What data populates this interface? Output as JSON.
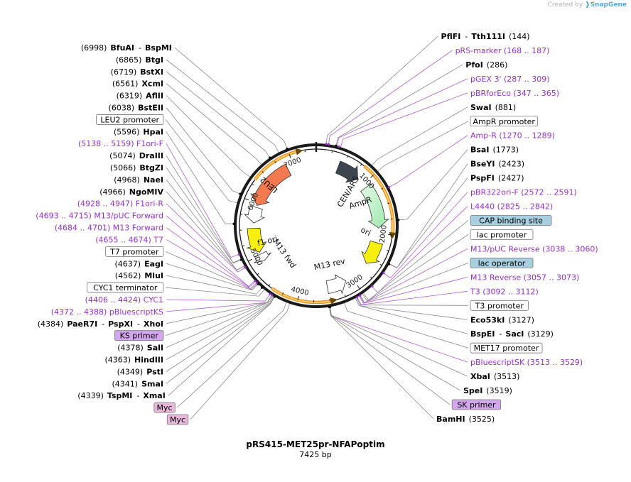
{
  "brand": {
    "created_by": "Created by",
    "logo_icon": "snapgene-logo-icon",
    "name": "SnapGene"
  },
  "plasmid": {
    "name": "pRS415-MET25pr-NFAPoptim",
    "length_label": "7425 bp",
    "total_bp": 7425
  },
  "colors": {
    "backbone": "#1a1a1a",
    "site_text": "#000000",
    "primer_text": "#9a2fd0",
    "primer_line": "#b25ad6",
    "feature_box_border": "#777777",
    "blue_box_fill": "#a8cfe0",
    "pink_box_fill": "#e8b8d8",
    "violet_box_fill": "#d3a7ee",
    "leu2": "#f27a4e",
    "ampr": "#bff2c8",
    "cen_ars": "#3d454f",
    "ori": "#f7ef10",
    "f1_ori": "#f7ef10",
    "orange_arc": "#f5a623"
  },
  "ticks": [
    "1000",
    "2000",
    "3000",
    "4000",
    "5000",
    "6000",
    "7000"
  ],
  "features": [
    {
      "label": "LEU2",
      "start": 5960,
      "end": 6880,
      "dir": -1,
      "kind": "leu2",
      "r": 88
    },
    {
      "label": "CEN/ARS",
      "start": 420,
      "end": 860,
      "dir": 1,
      "kind": "cen",
      "r": 88
    },
    {
      "label": "AmpR",
      "start": 1080,
      "end": 1900,
      "dir": 1,
      "kind": "ampr",
      "r": 88
    },
    {
      "label": "ori",
      "start": 2180,
      "end": 2620,
      "dir": 1,
      "kind": "ori",
      "r": 88
    },
    {
      "label": "f1 ori",
      "start": 5050,
      "end": 5520,
      "dir": -1,
      "kind": "f1",
      "r": 88
    },
    {
      "label": "",
      "start": 5620,
      "end": 5920,
      "dir": -1,
      "kind": "white",
      "r": 88
    },
    {
      "label": "",
      "start": 3130,
      "end": 3500,
      "dir": -1,
      "kind": "white",
      "r": 88
    },
    {
      "label": "",
      "start": 4870,
      "end": 5010,
      "dir": -1,
      "kind": "white",
      "r": 88
    }
  ],
  "arcs": [
    {
      "start": 6330,
      "end": 7180,
      "dir": 1,
      "r": 108
    },
    {
      "start": 800,
      "end": 2030,
      "dir": 1,
      "r": 108
    },
    {
      "start": 3420,
      "end": 4440,
      "dir": -1,
      "r": 108
    }
  ],
  "inner_labels": [
    {
      "text": "M13 fwd",
      "pos": 4720,
      "r": 60,
      "rot": 55
    },
    {
      "text": "M13 rev",
      "pos": 3320,
      "r": 58,
      "rot": -12
    }
  ],
  "marks": [
    {
      "pos": 144,
      "color": "purple"
    },
    {
      "pos": 180,
      "color": "purple"
    },
    {
      "pos": 286,
      "color": "black"
    },
    {
      "pos": 330,
      "color": "purple"
    },
    {
      "pos": 1280,
      "color": "purple"
    },
    {
      "pos": 1773,
      "color": "black"
    },
    {
      "pos": 2430,
      "color": "black"
    },
    {
      "pos": 2580,
      "color": "purple"
    },
    {
      "pos": 2830,
      "color": "purple"
    },
    {
      "pos": 3050,
      "color": "purple"
    },
    {
      "pos": 3100,
      "color": "purple"
    },
    {
      "pos": 3513,
      "color": "black"
    },
    {
      "pos": 3525,
      "color": "black"
    },
    {
      "pos": 4340,
      "color": "black"
    },
    {
      "pos": 4380,
      "color": "purple"
    },
    {
      "pos": 4415,
      "color": "purple"
    },
    {
      "pos": 4562,
      "color": "black"
    },
    {
      "pos": 4637,
      "color": "black"
    },
    {
      "pos": 4665,
      "color": "purple"
    },
    {
      "pos": 4700,
      "color": "purple"
    },
    {
      "pos": 4940,
      "color": "purple"
    },
    {
      "pos": 5066,
      "color": "black"
    },
    {
      "pos": 5148,
      "color": "purple"
    },
    {
      "pos": 5596,
      "color": "black"
    },
    {
      "pos": 6038,
      "color": "black"
    },
    {
      "pos": 6719,
      "color": "black"
    },
    {
      "pos": 6998,
      "color": "black"
    }
  ],
  "labels": [
    {
      "pos": 6998,
      "side": "L",
      "type": "site",
      "coord": "(6998)",
      "name": "BfuAI",
      "name2": "BspMI"
    },
    {
      "pos": 6865,
      "side": "L",
      "type": "site",
      "coord": "(6865)",
      "name": "BtgI"
    },
    {
      "pos": 6719,
      "side": "L",
      "type": "site",
      "coord": "(6719)",
      "name": "BstXI"
    },
    {
      "pos": 6561,
      "side": "L",
      "type": "site",
      "coord": "(6561)",
      "name": "XcmI"
    },
    {
      "pos": 6319,
      "side": "L",
      "type": "site",
      "coord": "(6319)",
      "name": "AflII"
    },
    {
      "pos": 6038,
      "side": "L",
      "type": "site",
      "coord": "(6038)",
      "name": "BstEII"
    },
    {
      "pos": 5900,
      "side": "L",
      "type": "box",
      "text": "LEU2 promoter",
      "fill": "#ffffff"
    },
    {
      "pos": 5596,
      "side": "L",
      "type": "site",
      "coord": "(5596)",
      "name": "HpaI"
    },
    {
      "pos": 5148,
      "side": "L",
      "type": "primer",
      "text": "(5138 .. 5159)  F1ori-F"
    },
    {
      "pos": 5074,
      "side": "L",
      "type": "site",
      "coord": "(5074)",
      "name": "DraIII"
    },
    {
      "pos": 5066,
      "side": "L",
      "type": "site",
      "coord": "(5066)",
      "name": "BtgZI"
    },
    {
      "pos": 4968,
      "side": "L",
      "type": "site",
      "coord": "(4968)",
      "name": "NaeI"
    },
    {
      "pos": 4966,
      "side": "L",
      "type": "site",
      "coord": "(4966)",
      "name": "NgoMIV"
    },
    {
      "pos": 4938,
      "side": "L",
      "type": "primer",
      "text": "(4928 .. 4947)  F1ori-R"
    },
    {
      "pos": 4704,
      "side": "L",
      "type": "primer",
      "text": "(4693 .. 4715)  M13/pUC Forward"
    },
    {
      "pos": 4692,
      "side": "L",
      "type": "primer",
      "text": "(4684 .. 4701)  M13 Forward"
    },
    {
      "pos": 4665,
      "side": "L",
      "type": "primer",
      "text": "(4655 .. 4674)  T7"
    },
    {
      "pos": 4650,
      "side": "L",
      "type": "box",
      "text": "T7 promoter",
      "fill": "#ffffff"
    },
    {
      "pos": 4637,
      "side": "L",
      "type": "site",
      "coord": "(4637)",
      "name": "EagI"
    },
    {
      "pos": 4562,
      "side": "L",
      "type": "site",
      "coord": "(4562)",
      "name": "MluI"
    },
    {
      "pos": 4520,
      "side": "L",
      "type": "box",
      "text": "CYC1 terminator",
      "fill": "#ffffff"
    },
    {
      "pos": 4415,
      "side": "L",
      "type": "primer",
      "text": "(4406 .. 4424)  CYC1"
    },
    {
      "pos": 4380,
      "side": "L",
      "type": "primer",
      "text": "(4372 .. 4388)  pBluescriptKS"
    },
    {
      "pos": 4384,
      "side": "L",
      "type": "site",
      "coord": "(4384)",
      "name": "PaeR7I",
      "name2": "PspXI",
      "name3": "XhoI"
    },
    {
      "pos": 4380,
      "side": "L",
      "type": "box",
      "text": "KS primer",
      "fill": "#d3a7ee"
    },
    {
      "pos": 4378,
      "side": "L",
      "type": "site",
      "coord": "(4378)",
      "name": "SalI"
    },
    {
      "pos": 4363,
      "side": "L",
      "type": "site",
      "coord": "(4363)",
      "name": "HindIII"
    },
    {
      "pos": 4349,
      "side": "L",
      "type": "site",
      "coord": "(4349)",
      "name": "PstI"
    },
    {
      "pos": 4341,
      "side": "L",
      "type": "site",
      "coord": "(4341)",
      "name": "SmaI"
    },
    {
      "pos": 4339,
      "side": "L",
      "type": "site",
      "coord": "(4339)",
      "name": "TspMI",
      "name2": "XmaI"
    },
    {
      "pos": 4150,
      "side": "L",
      "type": "box",
      "text": "Myc",
      "fill": "#e8b8d8"
    },
    {
      "pos": 4100,
      "side": "L",
      "type": "box",
      "text": "Myc",
      "fill": "#e8b8d8"
    },
    {
      "pos": 144,
      "side": "R",
      "type": "site",
      "name": "PflFI",
      "name2": "Tth111I",
      "coord": "(144)"
    },
    {
      "pos": 178,
      "side": "R",
      "type": "primer",
      "text": "pRS-marker    (168 .. 187)"
    },
    {
      "pos": 286,
      "side": "R",
      "type": "site",
      "name": "PfoI",
      "coord": "(286)"
    },
    {
      "pos": 298,
      "side": "R",
      "type": "primer",
      "text": "pGEX 3'    (287 .. 309)"
    },
    {
      "pos": 356,
      "side": "R",
      "type": "primer",
      "text": "pBRforEco    (347 .. 365)"
    },
    {
      "pos": 881,
      "side": "R",
      "type": "site",
      "name": "SwaI",
      "coord": "(881)"
    },
    {
      "pos": 1000,
      "side": "R",
      "type": "box",
      "text": "AmpR promoter",
      "fill": "#ffffff"
    },
    {
      "pos": 1280,
      "side": "R",
      "type": "primer",
      "text": "Amp-R    (1270 .. 1289)"
    },
    {
      "pos": 1773,
      "side": "R",
      "type": "site",
      "name": "BsaI",
      "coord": "(1773)"
    },
    {
      "pos": 2423,
      "side": "R",
      "type": "site",
      "name": "BseYI",
      "coord": "(2423)"
    },
    {
      "pos": 2427,
      "side": "R",
      "type": "site",
      "name": "PspFI",
      "coord": "(2427)"
    },
    {
      "pos": 2582,
      "side": "R",
      "type": "primer",
      "text": "pBR322ori-F    (2572 .. 2591)"
    },
    {
      "pos": 2834,
      "side": "R",
      "type": "primer",
      "text": "L4440    (2825 .. 2842)"
    },
    {
      "pos": 2990,
      "side": "R",
      "type": "box",
      "text": "CAP binding site",
      "fill": "#a8cfe0"
    },
    {
      "pos": 3010,
      "side": "R",
      "type": "box",
      "text": "lac promoter",
      "fill": "#ffffff"
    },
    {
      "pos": 3049,
      "side": "R",
      "type": "primer",
      "text": "M13/pUC Reverse    (3038 .. 3060)"
    },
    {
      "pos": 3055,
      "side": "R",
      "type": "box",
      "text": "lac operator",
      "fill": "#a8cfe0"
    },
    {
      "pos": 3065,
      "side": "R",
      "type": "primer",
      "text": "M13 Reverse    (3057 .. 3073)"
    },
    {
      "pos": 3102,
      "side": "R",
      "type": "primer",
      "text": "T3    (3092 .. 3112)"
    },
    {
      "pos": 3110,
      "side": "R",
      "type": "box",
      "text": "T3 promoter",
      "fill": "#ffffff"
    },
    {
      "pos": 3127,
      "side": "R",
      "type": "site",
      "name": "Eco53kI",
      "coord": "(3127)"
    },
    {
      "pos": 3129,
      "side": "R",
      "type": "site",
      "name": "BspEI",
      "name2": "SacI",
      "coord": "(3129)"
    },
    {
      "pos": 3300,
      "side": "R",
      "type": "box",
      "text": "MET17 promoter",
      "fill": "#ffffff"
    },
    {
      "pos": 3521,
      "side": "R",
      "type": "primer",
      "text": "pBluescriptSK    (3513 .. 3529)"
    },
    {
      "pos": 3513,
      "side": "R",
      "type": "site",
      "name": "XbaI",
      "coord": "(3513)"
    },
    {
      "pos": 3519,
      "side": "R",
      "type": "site",
      "name": "SpeI",
      "coord": "(3519)"
    },
    {
      "pos": 3522,
      "side": "R",
      "type": "box",
      "text": "SK primer",
      "fill": "#d3a7ee"
    },
    {
      "pos": 3525,
      "side": "R",
      "type": "site",
      "name": "BamHI",
      "coord": "(3525)"
    }
  ]
}
